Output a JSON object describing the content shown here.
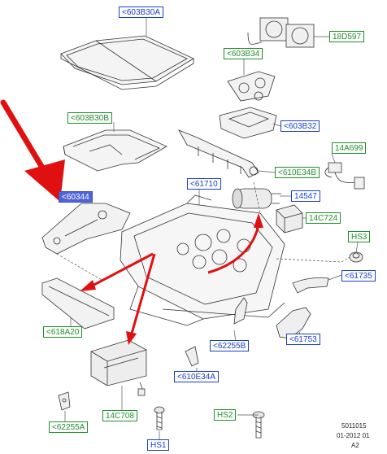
{
  "labels": {
    "l603B30A": "<603B30A",
    "l18D597": "18D597",
    "l603B34": "<603B34",
    "l603B30B": "<603B30B",
    "l603B32": "<603B32",
    "l14A699": "14A699",
    "l610E34B": "<610E34B",
    "l61710": "<61710",
    "l60344": "<60344",
    "l14547": "14547",
    "l14C724": "14C724",
    "lHS3": "HS3",
    "l61735": "<61735",
    "l618A20": "<618A20",
    "l61753": "<61753",
    "l62255B": "<62255B",
    "l610E34A": "<610E34A",
    "l62255A": "<62255A",
    "l14C708": "14C708",
    "lHS2": "HS2",
    "lHS1": "HS1"
  },
  "footer": {
    "code": "5011015",
    "date": "01-2012 01",
    "rev": "A2"
  },
  "colors": {
    "blue_tag": "#1a3fd0",
    "green_tag": "#1f8f2a",
    "highlight": "#4f64d6",
    "arrow": "#e01010"
  }
}
